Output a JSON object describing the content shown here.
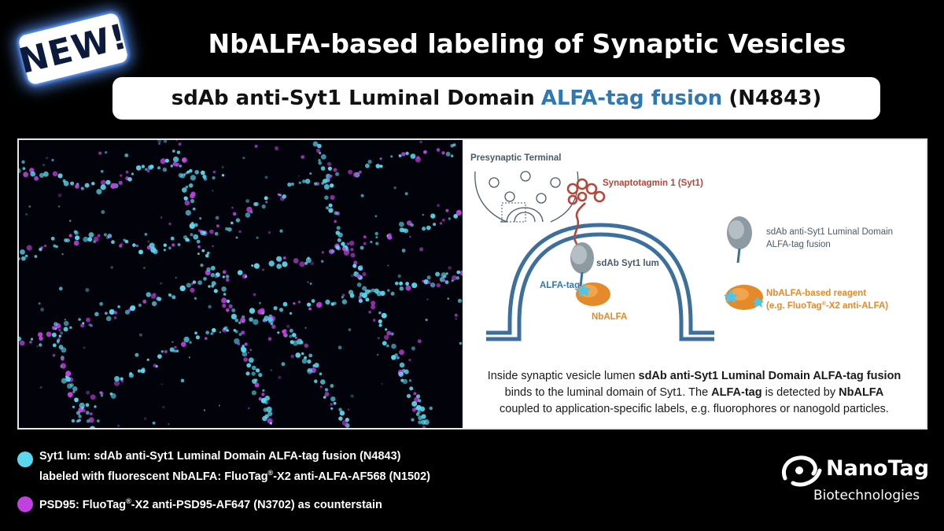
{
  "badge": {
    "text": "NEW!"
  },
  "title": "NbALFA-based labeling of Synaptic Vesicles",
  "subtitle": {
    "part1": "sdAb anti-Syt1 Luminal Domain",
    "part2": "ALFA-tag fusion",
    "part3": "(N4843)"
  },
  "diagram": {
    "presynaptic_label": "Presynaptic Terminal",
    "syt1_label": "Synaptotagmin 1 (Syt1)",
    "sdab_lum_label": "sdAb Syt1 lum",
    "alfa_tag_label": "ALFA-tag",
    "nbalfa_label": "NbALFA",
    "legend_sdab_line1": "sdAb anti-Syt1 Luminal Domain",
    "legend_sdab_line2": "ALFA-tag fusion",
    "legend_reagent_line1": "NbALFA-based reagent",
    "legend_reagent_line2a": "(e.g. FluoTag",
    "legend_reagent_reg": "®",
    "legend_reagent_line2b": "-X2 anti-ALFA)",
    "caption": {
      "p1": "Inside synaptic vesicle lumen ",
      "b1": "sdAb anti-Syt1 Luminal Domain ALFA-tag fusion",
      "p2": "binds to the luminal domain of Syt1. The ",
      "b2": "ALFA-tag",
      "p3": " is detected by ",
      "b3": "NbALFA",
      "p4": "coupled to application-specific labels, e.g. fluorophores or nanogold particles."
    }
  },
  "legend": {
    "syt1_line1": "Syt1 lum: sdAb anti-Syt1 Luminal Domain ALFA-tag fusion (N4843)",
    "syt1_line2a": "labeled with fluorescent NbALFA: FluoTag",
    "syt1_reg": "®",
    "syt1_line2b": "-X2 anti-ALFA-AF568 (N1502)",
    "psd95_a": "PSD95: FluoTag",
    "psd95_reg": "®",
    "psd95_b": "-X2 anti-PSD95-AF647 (N3702) as counterstain"
  },
  "logo": {
    "name": "NanoTag",
    "sub": "Biotechnologies"
  },
  "colors": {
    "cyan": "#5ad8f0",
    "magenta": "#c040e0",
    "vesicle_blue": "#3d6f9c",
    "syt1_red": "#b5473a",
    "nbalfa_orange": "#e58a2a",
    "sdab_gray": "#8e9aa2",
    "subtitle_blue": "#2f78b4"
  }
}
